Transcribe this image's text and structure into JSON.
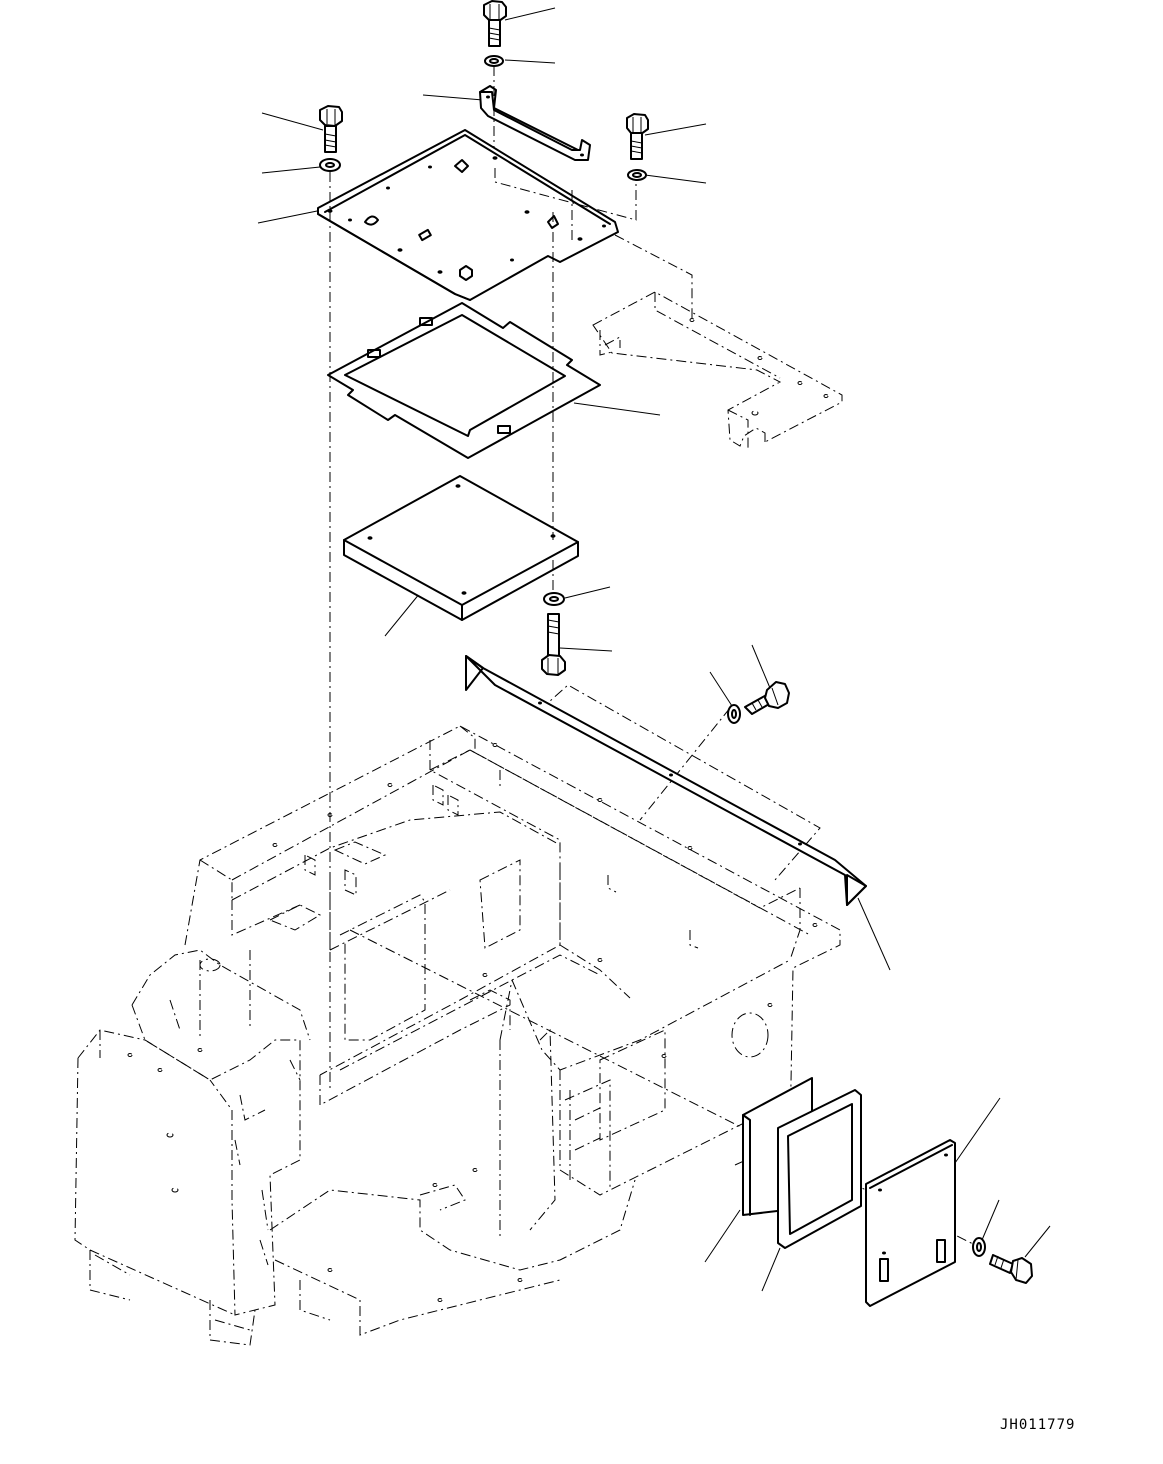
{
  "drawing": {
    "code": "JH011779",
    "line_color": "#000000",
    "background": "#ffffff"
  },
  "parts": [
    {
      "name": "top-bolt"
    },
    {
      "name": "top-washer"
    },
    {
      "name": "bracket"
    },
    {
      "name": "left-bolt"
    },
    {
      "name": "left-washer"
    },
    {
      "name": "seat-cover-plate"
    },
    {
      "name": "right-bolt"
    },
    {
      "name": "right-washer"
    },
    {
      "name": "gasket-frame"
    },
    {
      "name": "insulation-pad"
    },
    {
      "name": "lower-washer"
    },
    {
      "name": "lower-bolt"
    },
    {
      "name": "trim-strip"
    },
    {
      "name": "side-washer"
    },
    {
      "name": "side-bolt"
    },
    {
      "name": "side-pad"
    },
    {
      "name": "side-gasket"
    },
    {
      "name": "side-cover"
    },
    {
      "name": "cover-washer"
    },
    {
      "name": "cover-bolt"
    }
  ]
}
